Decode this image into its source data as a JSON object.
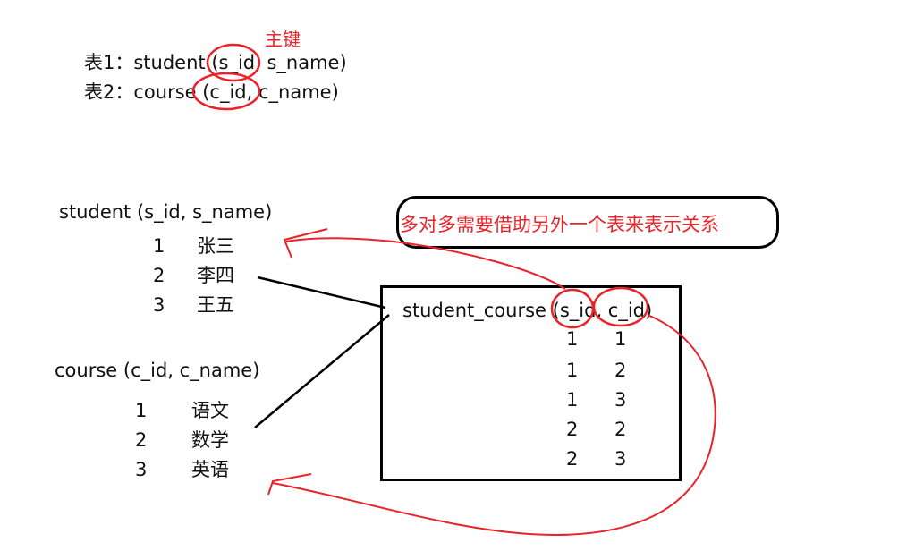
{
  "header": {
    "pk_label": "主键",
    "line1": "表1：student (s_id, s_name)",
    "line2": "表2：course (c_id, c_name)"
  },
  "student_table": {
    "title": "student (s_id, s_name)",
    "rows": [
      {
        "id": "1",
        "name": "张三"
      },
      {
        "id": "2",
        "name": "李四"
      },
      {
        "id": "3",
        "name": "王五"
      }
    ]
  },
  "course_table": {
    "title": "course (c_id, c_name)",
    "rows": [
      {
        "id": "1",
        "name": "语文"
      },
      {
        "id": "2",
        "name": "数学"
      },
      {
        "id": "3",
        "name": "英语"
      }
    ]
  },
  "junction_table": {
    "title": "student_course (s_id, c_id)",
    "rows": [
      {
        "s_id": "1",
        "c_id": "1"
      },
      {
        "s_id": "1",
        "c_id": "2"
      },
      {
        "s_id": "1",
        "c_id": "3"
      },
      {
        "s_id": "2",
        "c_id": "2"
      },
      {
        "s_id": "2",
        "c_id": "3"
      }
    ]
  },
  "note": {
    "text": "多对多需要借助另外一个表来表示关系"
  },
  "colors": {
    "annotation": "#e8242a",
    "text": "#111111",
    "border": "#000000"
  }
}
